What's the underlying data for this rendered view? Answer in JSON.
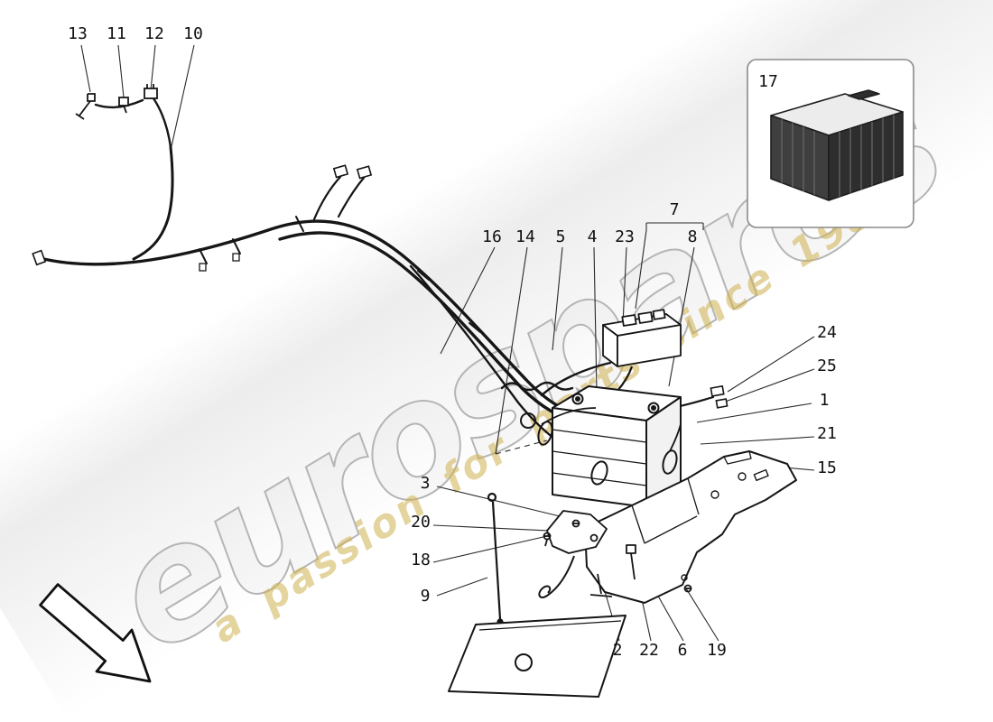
{
  "watermark": {
    "brand": "eurospares",
    "tagline": "a passion for parts since 1985"
  },
  "callouts": [
    "13",
    "11",
    "12",
    "10",
    "17",
    "16",
    "14",
    "5",
    "4",
    "23",
    "7",
    "8",
    "24",
    "25",
    "1",
    "21",
    "15",
    "3",
    "20",
    "18",
    "9",
    "2",
    "22",
    "6",
    "19"
  ],
  "colors": {
    "line": "#1a1a1a",
    "leader": "#2a2a2a",
    "watermark_brand": "#b5b5b5",
    "watermark_tagline": "#cfb14f",
    "inset_border": "#8a8a8a",
    "cover_dark": "#3c3c3c"
  }
}
